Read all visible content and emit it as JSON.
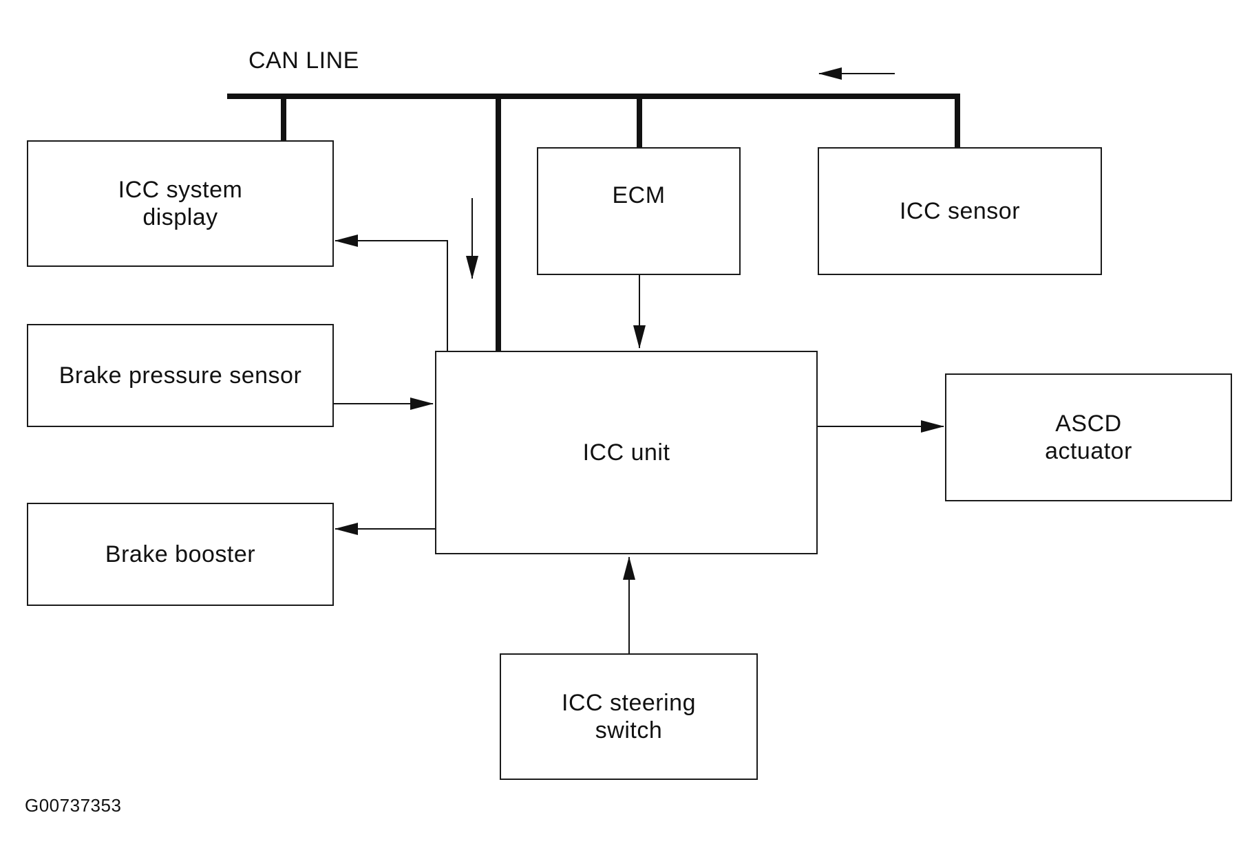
{
  "diagram": {
    "can_line_label": "CAN LINE",
    "figure_id": "G00737353",
    "nodes": {
      "icc_system_display": {
        "line1": "ICC system",
        "line2": "display"
      },
      "ecm": {
        "label": "ECM"
      },
      "icc_sensor": {
        "label": "ICC sensor"
      },
      "brake_pressure_sensor": {
        "label": "Brake pressure sensor"
      },
      "icc_unit": {
        "label": "ICC unit"
      },
      "ascd_actuator": {
        "line1": "ASCD",
        "line2": "actuator"
      },
      "brake_booster": {
        "label": "Brake booster"
      },
      "icc_steering_switch": {
        "line1": "ICC steering",
        "line2": "switch"
      }
    }
  }
}
